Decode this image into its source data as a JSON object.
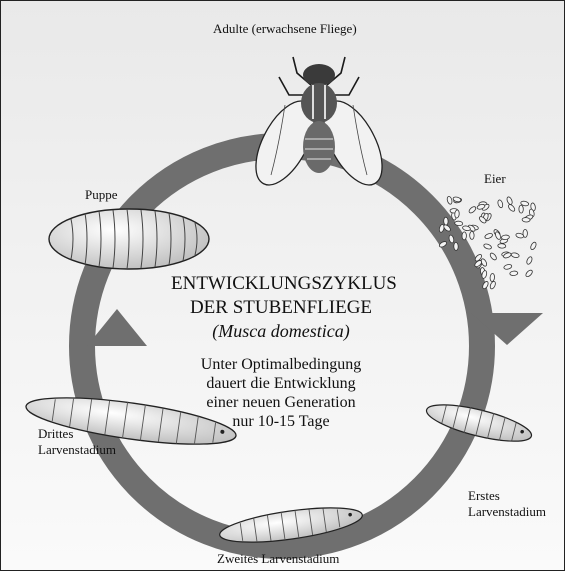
{
  "diagram": {
    "title_line1": "ENTWICKLUNGSZYKLUS",
    "title_line2": "DER STUBENFLIEGE",
    "scientific_name": "(Musca domestica)",
    "description": "Unter Optimalbedingung\ndauert die Entwicklung\neiner neuen Generation\nnur 10-15 Tage",
    "stages": {
      "adult": "Adulte (erwachsene Fliege)",
      "eggs": "Eier",
      "first_larva_line1": "Erstes",
      "first_larva_line2": "Larvenstadium",
      "second_larva": "Zweites Larvenstadium",
      "third_larva_line1": "Drittes",
      "third_larva_line2": "Larvenstadium",
      "pupa": "Puppe"
    },
    "colors": {
      "cycle_arrow": "#6f6f6f",
      "background": "#eeeeee"
    }
  }
}
